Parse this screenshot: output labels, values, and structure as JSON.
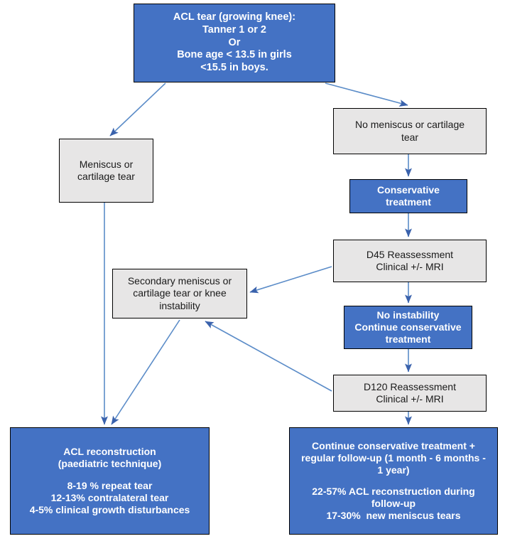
{
  "diagram": {
    "title": "ACL tear (growing knee) management flowchart",
    "colors": {
      "blue_fill": "#4472C4",
      "gray_fill": "#E7E6E6",
      "border": "#000000",
      "arrow": "#4472C4",
      "blue_text": "#FFFFFF",
      "gray_text": "#1A1A1A",
      "background": "#FFFFFF"
    },
    "nodes": {
      "acl_tear": {
        "id": "acl-tear",
        "style": "blue",
        "lines": [
          "ACL tear (growing knee):",
          "Tanner 1 or 2",
          "Or",
          "Bone age < 13.5 in girls",
          "<15.5 in boys."
        ]
      },
      "no_meniscus": {
        "id": "no-meniscus-or-cartilage-tear",
        "style": "gray",
        "lines": [
          "No meniscus or cartilage",
          "tear"
        ]
      },
      "meniscus": {
        "id": "meniscus-or-cartilage-tear",
        "style": "gray",
        "lines": [
          "Meniscus or",
          "cartilage tear"
        ]
      },
      "conservative": {
        "id": "conservative-treatment",
        "style": "blue",
        "lines": [
          "Conservative",
          "treatment"
        ]
      },
      "d45": {
        "id": "d45-reassessment",
        "style": "gray",
        "lines": [
          "D45 Reassessment",
          "Clinical +/- MRI"
        ]
      },
      "secondary": {
        "id": "secondary-meniscus-or-cartilage-tear-or-knee-instability",
        "style": "gray",
        "lines": [
          "Secondary meniscus or",
          "cartilage tear or knee",
          "instability"
        ]
      },
      "no_instability": {
        "id": "no-instability-continue-conservative-treatment",
        "style": "blue",
        "lines": [
          "No instability",
          "Continue conservative",
          "treatment"
        ]
      },
      "d120": {
        "id": "d120-reassessment",
        "style": "gray",
        "lines": [
          "D120 Reassessment",
          "Clinical +/- MRI"
        ]
      },
      "acl_reconstruction": {
        "id": "acl-reconstruction",
        "style": "blue",
        "lines": [
          "ACL reconstruction",
          "(paediatric technique)",
          "",
          "8-19 % repeat tear",
          "12-13% contralateral tear",
          "4-5% clinical growth disturbances"
        ]
      },
      "continue_conservative": {
        "id": "continue-conservative-treatment",
        "style": "blue",
        "lines": [
          "Continue conservative treatment +",
          "regular follow-up (1 month - 6 months -",
          "1 year)",
          "",
          "22-57% ACL reconstruction during",
          "follow-up",
          "17-30%  new meniscus tears"
        ]
      }
    },
    "edges": [
      {
        "name": "acl-tear-to-meniscus",
        "from": "acl_tear",
        "to": "meniscus"
      },
      {
        "name": "acl-tear-to-no-meniscus",
        "from": "acl_tear",
        "to": "no_meniscus"
      },
      {
        "name": "no-meniscus-to-conservative",
        "from": "no_meniscus",
        "to": "conservative"
      },
      {
        "name": "conservative-to-d45",
        "from": "conservative",
        "to": "d45"
      },
      {
        "name": "d45-to-secondary",
        "from": "d45",
        "to": "secondary"
      },
      {
        "name": "d45-to-no-instability",
        "from": "d45",
        "to": "no_instability"
      },
      {
        "name": "no-instability-to-d120",
        "from": "no_instability",
        "to": "d120"
      },
      {
        "name": "d120-to-secondary",
        "from": "d120",
        "to": "secondary"
      },
      {
        "name": "d120-to-continue-conservative",
        "from": "d120",
        "to": "continue_conservative"
      },
      {
        "name": "meniscus-to-acl-reconstruction",
        "from": "meniscus",
        "to": "acl_reconstruction"
      },
      {
        "name": "secondary-to-acl-reconstruction",
        "from": "secondary",
        "to": "acl_reconstruction"
      }
    ]
  }
}
